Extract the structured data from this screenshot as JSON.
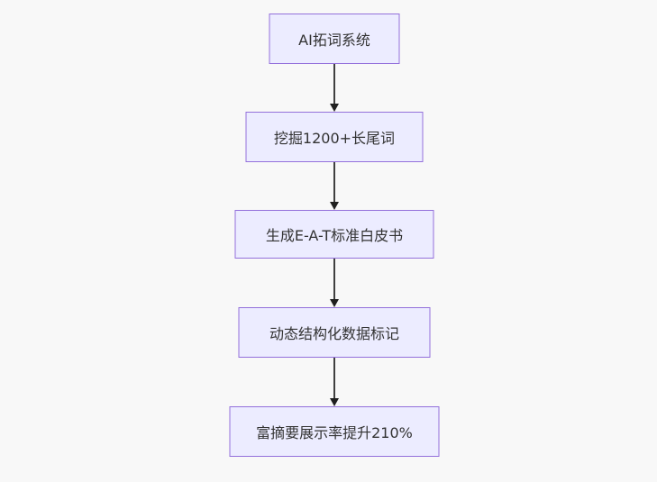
{
  "page": {
    "background": "#f8f8f8"
  },
  "diagram": {
    "type": "flowchart-vertical",
    "direction": "top-down",
    "node_fill": "#ECECFF",
    "node_border": "#9370DB",
    "node_text_color": "#333333",
    "edge_color": "#3f3f3f",
    "arrowhead_color": "#1f1f1f",
    "nodes": [
      {
        "id": "n1",
        "label": "AI拓词系统"
      },
      {
        "id": "n2",
        "label": "挖掘1200+长尾词"
      },
      {
        "id": "n3",
        "label": "生成E-A-T标准白皮书"
      },
      {
        "id": "n4",
        "label": "动态结构化数据标记"
      },
      {
        "id": "n5",
        "label": "富摘要展示率提升210%"
      }
    ],
    "edges": [
      {
        "from": "n1",
        "to": "n2",
        "style": "arrow-down"
      },
      {
        "from": "n2",
        "to": "n3",
        "style": "arrow-down"
      },
      {
        "from": "n3",
        "to": "n4",
        "style": "arrow-down"
      },
      {
        "from": "n4",
        "to": "n5",
        "style": "arrow-down"
      }
    ]
  }
}
